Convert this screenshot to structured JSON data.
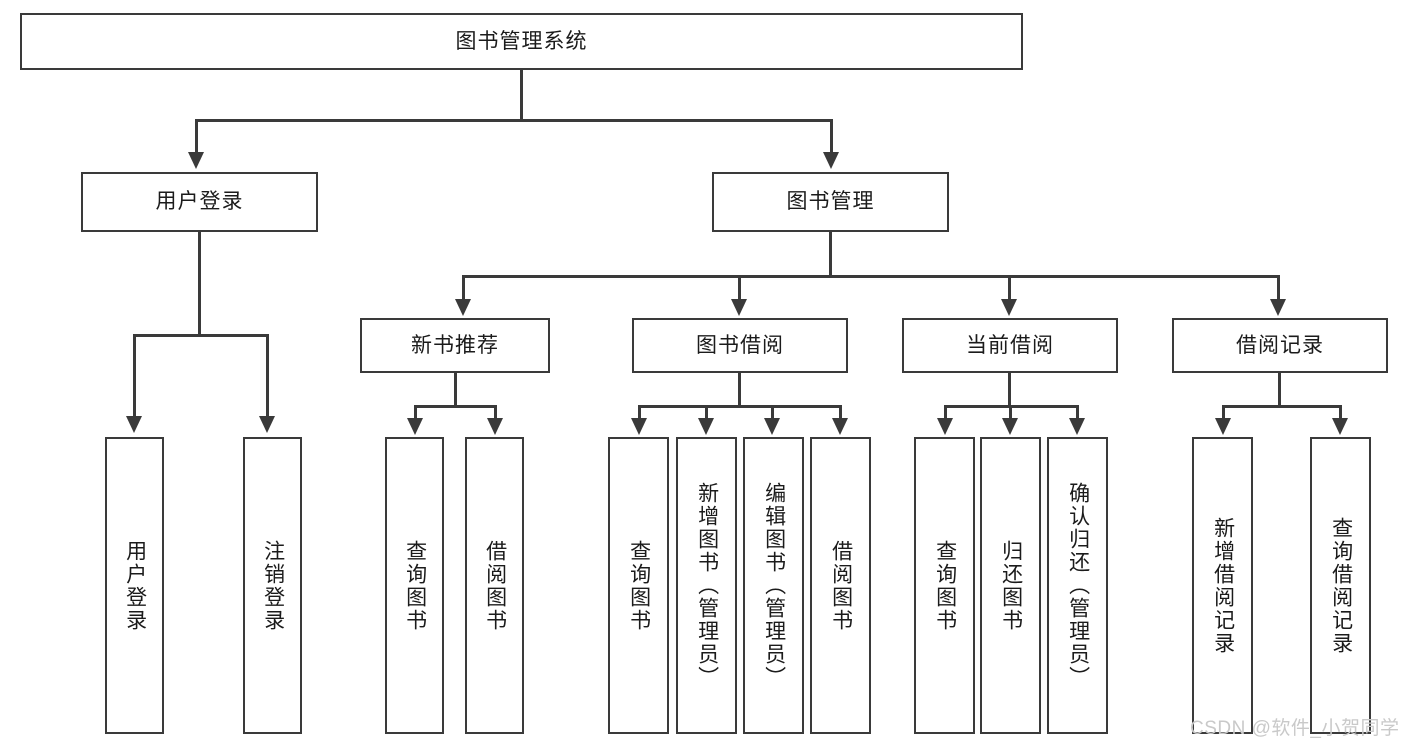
{
  "diagram": {
    "title": "图书管理系统",
    "type": "hierarchy-tree",
    "root": {
      "label": "图书管理系统"
    },
    "level1": [
      {
        "label": "用户登录"
      },
      {
        "label": "图书管理"
      }
    ],
    "level2": [
      {
        "label": "新书推荐"
      },
      {
        "label": "图书借阅"
      },
      {
        "label": "当前借阅"
      },
      {
        "label": "借阅记录"
      }
    ],
    "leaves": {
      "user_login": [
        {
          "label": "用户登录"
        },
        {
          "label": "注销登录"
        }
      ],
      "new_book_recommend": [
        {
          "label": "查询图书"
        },
        {
          "label": "借阅图书"
        }
      ],
      "book_borrow": [
        {
          "label": "查询图书"
        },
        {
          "label": "新增图书（管理员）"
        },
        {
          "label": "编辑图书（管理员）"
        },
        {
          "label": "借阅图书"
        }
      ],
      "current_borrow": [
        {
          "label": "查询图书"
        },
        {
          "label": "归还图书"
        },
        {
          "label": "确认归还（管理员）"
        }
      ],
      "borrow_record": [
        {
          "label": "新增借阅记录"
        },
        {
          "label": "查询借阅记录"
        }
      ]
    }
  },
  "watermark": {
    "text": "CSDN @软件_小贺同学"
  },
  "colors": {
    "stroke": "#3a3a3a",
    "background": "#ffffff",
    "text": "#1b1b1b",
    "watermark": "#c9c9c9"
  }
}
